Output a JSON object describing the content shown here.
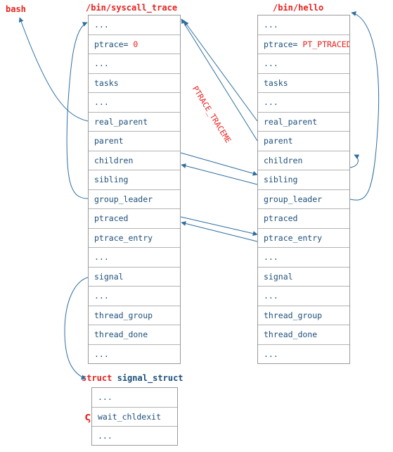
{
  "labels": {
    "bash": "bash",
    "left_title": "/bin/syscall_trace",
    "right_title": "/bin/hello",
    "traceme": "PTRACE_TRACEME",
    "struct_kw": "struct",
    "struct_name": "signal_struct"
  },
  "left_struct": {
    "fields": [
      {
        "name": "...",
        "value": ""
      },
      {
        "name": "ptrace= ",
        "value": "0"
      },
      {
        "name": "...",
        "value": ""
      },
      {
        "name": "tasks",
        "value": ""
      },
      {
        "name": "...",
        "value": ""
      },
      {
        "name": "real_parent",
        "value": ""
      },
      {
        "name": "parent",
        "value": ""
      },
      {
        "name": "children",
        "value": ""
      },
      {
        "name": "sibling",
        "value": ""
      },
      {
        "name": "group_leader",
        "value": ""
      },
      {
        "name": "ptraced",
        "value": ""
      },
      {
        "name": "ptrace_entry",
        "value": ""
      },
      {
        "name": "...",
        "value": ""
      },
      {
        "name": "signal",
        "value": ""
      },
      {
        "name": "...",
        "value": ""
      },
      {
        "name": "thread_group",
        "value": ""
      },
      {
        "name": "thread_done",
        "value": ""
      },
      {
        "name": "...",
        "value": ""
      }
    ]
  },
  "right_struct": {
    "fields": [
      {
        "name": "...",
        "value": ""
      },
      {
        "name": "ptrace= ",
        "value": "PT_PTRACED"
      },
      {
        "name": "...",
        "value": ""
      },
      {
        "name": "tasks",
        "value": ""
      },
      {
        "name": "...",
        "value": ""
      },
      {
        "name": "real_parent",
        "value": ""
      },
      {
        "name": "parent",
        "value": ""
      },
      {
        "name": "children",
        "value": ""
      },
      {
        "name": "sibling",
        "value": ""
      },
      {
        "name": "group_leader",
        "value": ""
      },
      {
        "name": "ptraced",
        "value": ""
      },
      {
        "name": "ptrace_entry",
        "value": ""
      },
      {
        "name": "...",
        "value": ""
      },
      {
        "name": "signal",
        "value": ""
      },
      {
        "name": "...",
        "value": ""
      },
      {
        "name": "thread_group",
        "value": ""
      },
      {
        "name": "thread_done",
        "value": ""
      },
      {
        "name": "...",
        "value": ""
      }
    ]
  },
  "signal_struct": {
    "fields": [
      {
        "name": "...",
        "value": ""
      },
      {
        "name": "wait_chldexit",
        "value": ""
      },
      {
        "name": "...",
        "value": ""
      }
    ]
  },
  "colors": {
    "title": "#e8211c",
    "field_text": "#1d4f7a",
    "arrow": "#2e6f9e"
  }
}
